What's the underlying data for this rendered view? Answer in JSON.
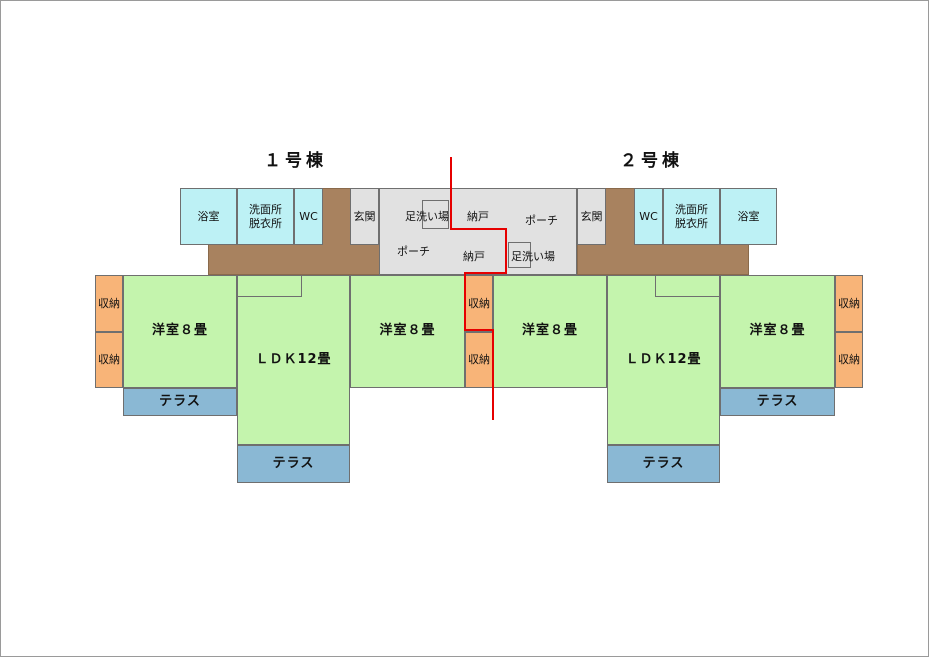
{
  "buildings": {
    "b1": "１号棟",
    "b2": "２号棟"
  },
  "rooms": {
    "bath": "浴室",
    "changing": "洗面所\n脱衣所",
    "wc": "WC",
    "entrance": "玄関",
    "footwash": "足洗い場",
    "storage_nando": "納戸",
    "porch": "ポーチ",
    "western8": "洋室８畳",
    "ldk": "ＬＤＫ12畳",
    "closet": "収納",
    "terrace": "テラス"
  },
  "colors": {
    "wet_area": "#bdf1f5",
    "corridor": "#a8825f",
    "common": "#e1e1e1",
    "living": "#c4f4ad",
    "storage": "#f8b478",
    "terrace": "#8ab8d4",
    "divider": "#e60000"
  }
}
